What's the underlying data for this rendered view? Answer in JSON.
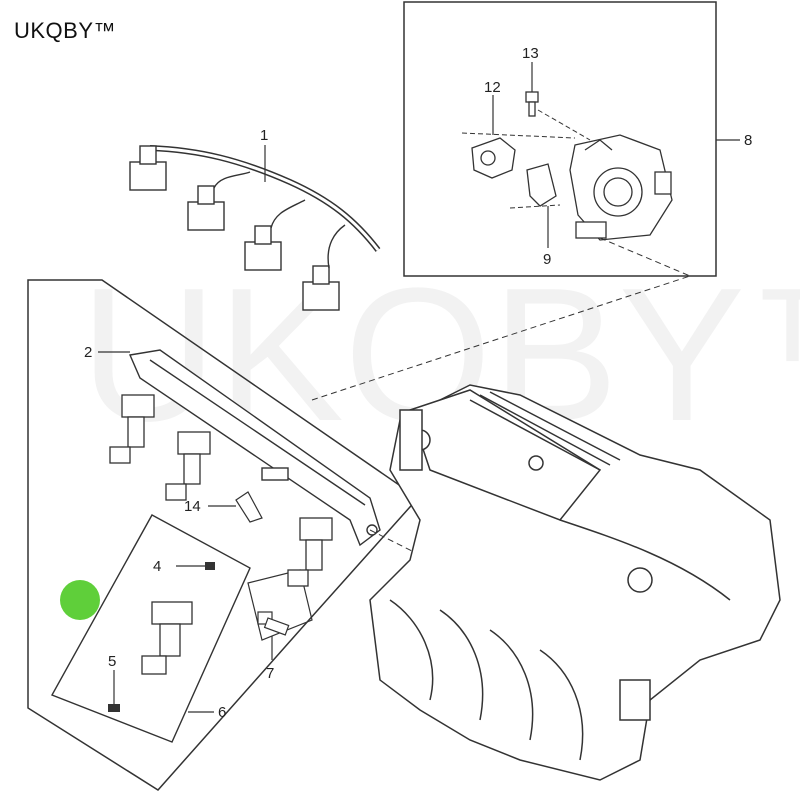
{
  "brand": {
    "text": "UKQBY™"
  },
  "watermark": {
    "text": "UKQBY™"
  },
  "callouts": {
    "c1": "1",
    "c2": "2",
    "c4": "4",
    "c5": "5",
    "c6": "6",
    "c7": "7",
    "c8": "8",
    "c9": "9",
    "c12": "12",
    "c13": "13",
    "c14": "14"
  },
  "colors": {
    "line": "#2a2a2a",
    "part": "#3a3a3a",
    "marker": "#5fcf3a",
    "bg": "#ffffff"
  },
  "icons": {
    "marker": "green-dot-marker"
  }
}
